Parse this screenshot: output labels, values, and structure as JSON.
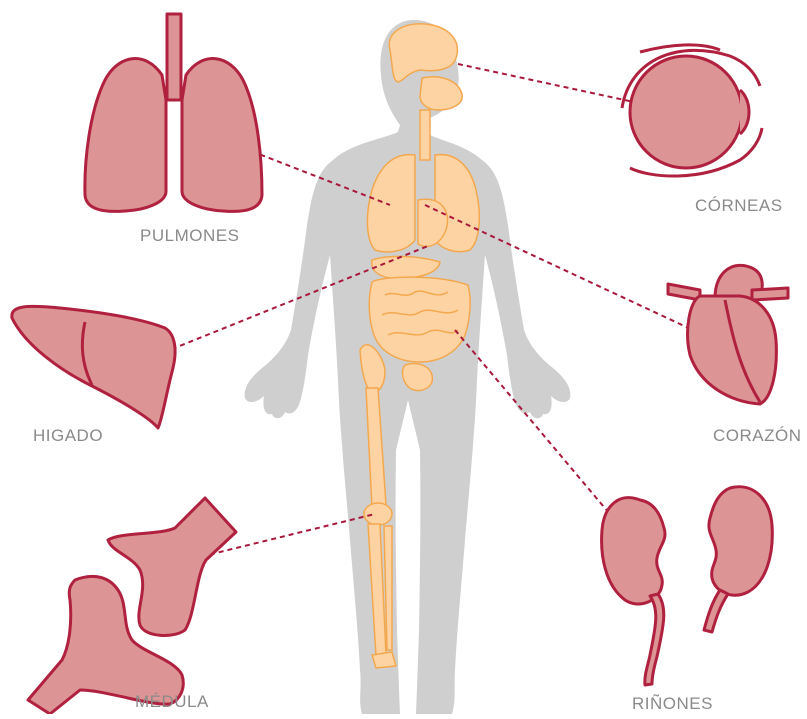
{
  "organs": [
    {
      "id": "pulmones",
      "label": "PULMONES"
    },
    {
      "id": "corneas",
      "label": "CÓRNEAS"
    },
    {
      "id": "higado",
      "label": "HIGADO"
    },
    {
      "id": "corazon",
      "label": "CORAZÓN"
    },
    {
      "id": "medula",
      "label": "MÉDULA"
    },
    {
      "id": "rinones",
      "label": "RIÑONES"
    }
  ],
  "colors": {
    "organ_fill": "#dc9494",
    "organ_stroke": "#b0213f",
    "leader_line": "#a8183a",
    "body_silhouette": "#cfcfcf",
    "inner_organs_fill": "#fdd3a4",
    "inner_organs_stroke": "#f4a84e",
    "label_text": "#8a8a8a"
  }
}
